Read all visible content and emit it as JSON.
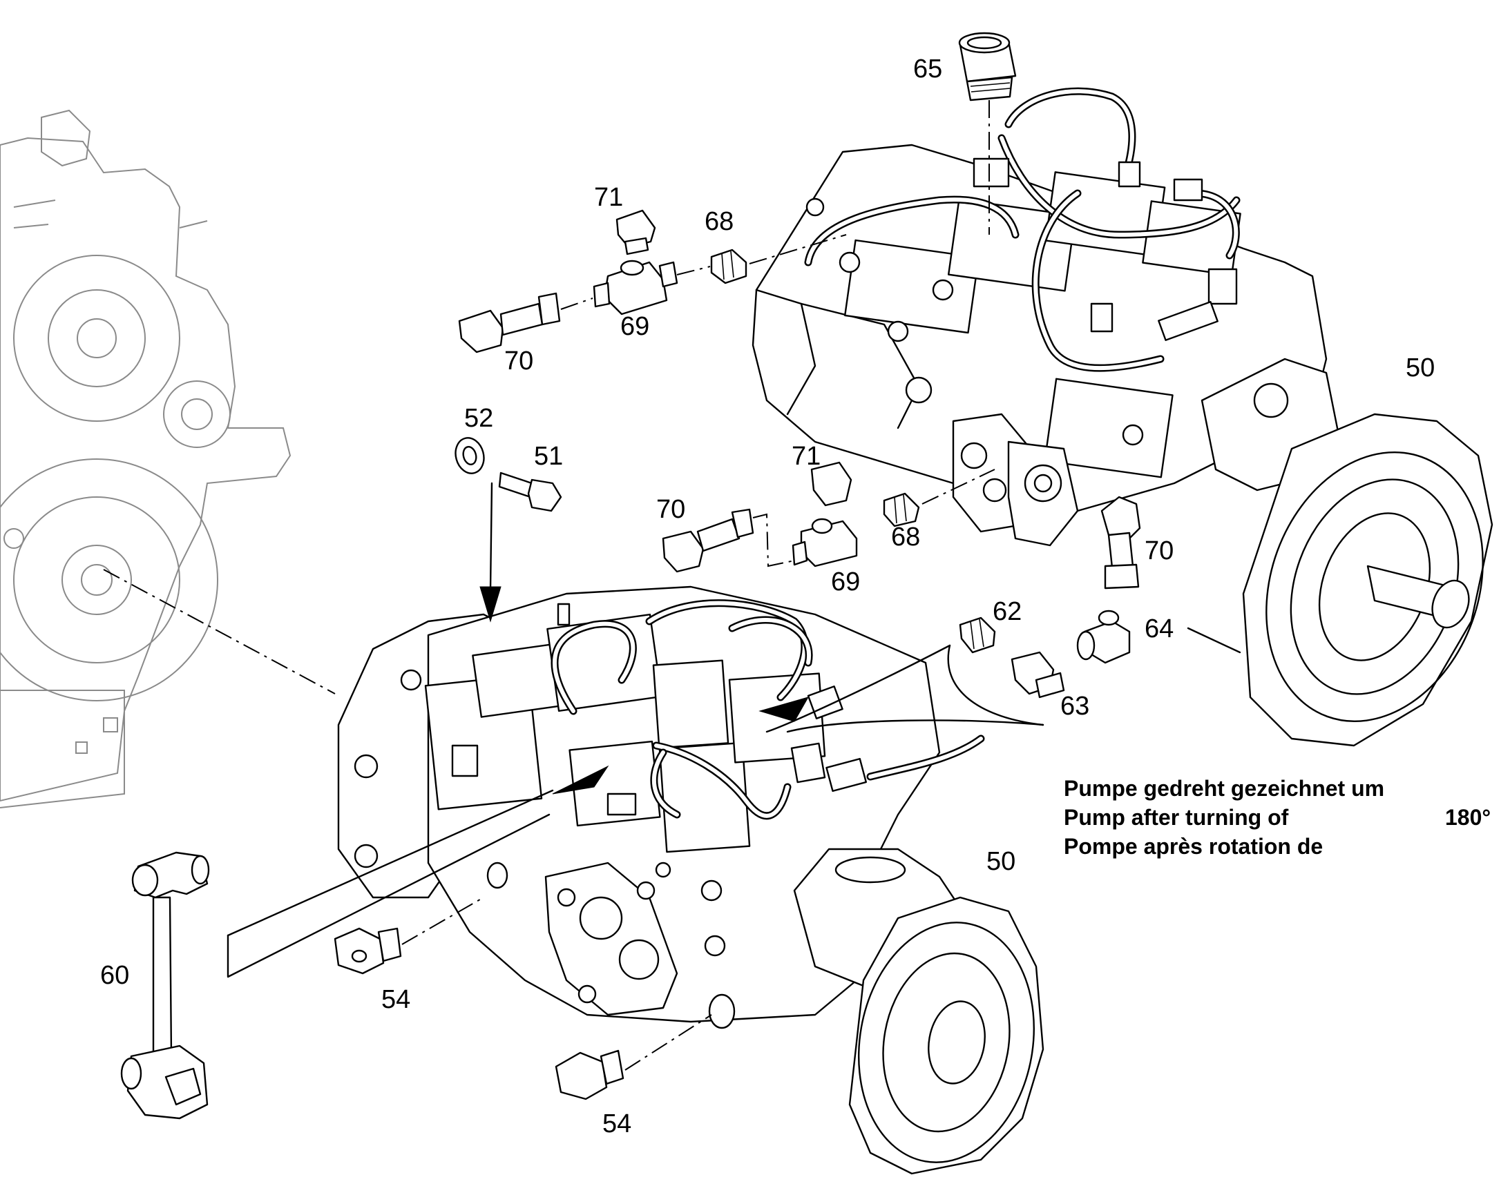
{
  "callouts": [
    {
      "id": "c65a",
      "text": "65"
    },
    {
      "id": "c71a",
      "text": "71"
    },
    {
      "id": "c68a",
      "text": "68"
    },
    {
      "id": "c69a",
      "text": "69"
    },
    {
      "id": "c70a",
      "text": "70"
    },
    {
      "id": "c50a",
      "text": "50"
    },
    {
      "id": "c52",
      "text": "52"
    },
    {
      "id": "c51",
      "text": "51"
    },
    {
      "id": "c71b",
      "text": "71"
    },
    {
      "id": "c70b",
      "text": "70"
    },
    {
      "id": "c68b",
      "text": "68"
    },
    {
      "id": "c69b",
      "text": "69"
    },
    {
      "id": "c70c",
      "text": "70"
    },
    {
      "id": "c62",
      "text": "62"
    },
    {
      "id": "c64",
      "text": "64"
    },
    {
      "id": "c63",
      "text": "63"
    },
    {
      "id": "c50b",
      "text": "50"
    },
    {
      "id": "c60",
      "text": "60"
    },
    {
      "id": "c54a",
      "text": "54"
    },
    {
      "id": "c54b",
      "text": "54"
    }
  ],
  "caption": {
    "line_de": "Pumpe gedreht gezeichnet um",
    "line_en": "Pump after turning of",
    "line_fr": "Pompe après rotation de",
    "angle": "180°"
  }
}
